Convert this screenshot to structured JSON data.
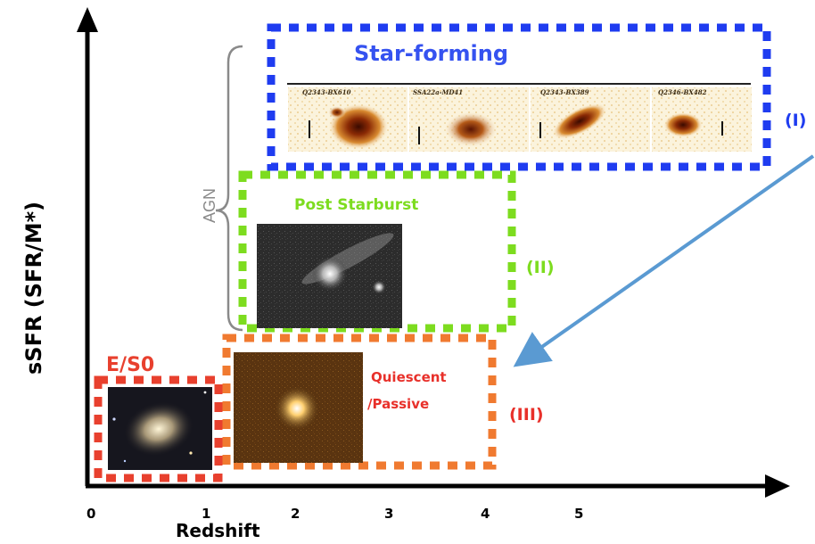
{
  "axes": {
    "y_label": "sSFR  (SFR/M*)",
    "x_label": "Redshift",
    "x_ticks": [
      "0",
      "1",
      "2",
      "3",
      "4",
      "5"
    ]
  },
  "regions": {
    "star_forming": {
      "title": "Star-forming",
      "roman": "(I)",
      "color": "#1f3cf0",
      "thumbnail_stamps": [
        "Q2343-BX610",
        "SSA22a-MD41",
        "Q2343-BX389",
        "Q2346-BX482"
      ]
    },
    "post_starburst": {
      "title": "Post Starburst",
      "roman": "(II)",
      "color": "#7ddc1f"
    },
    "quiescent": {
      "title_line1": "Quiescent",
      "title_line2": "/Passive",
      "roman": "(III)",
      "color": "#f07a30",
      "title_color": "#e8302a"
    },
    "es0": {
      "title": "E/S0",
      "color": "#e8402e"
    }
  },
  "agn": {
    "label": "AGN",
    "color": "#8a8a8a"
  },
  "arrow": {
    "color": "#5a9ad2"
  }
}
